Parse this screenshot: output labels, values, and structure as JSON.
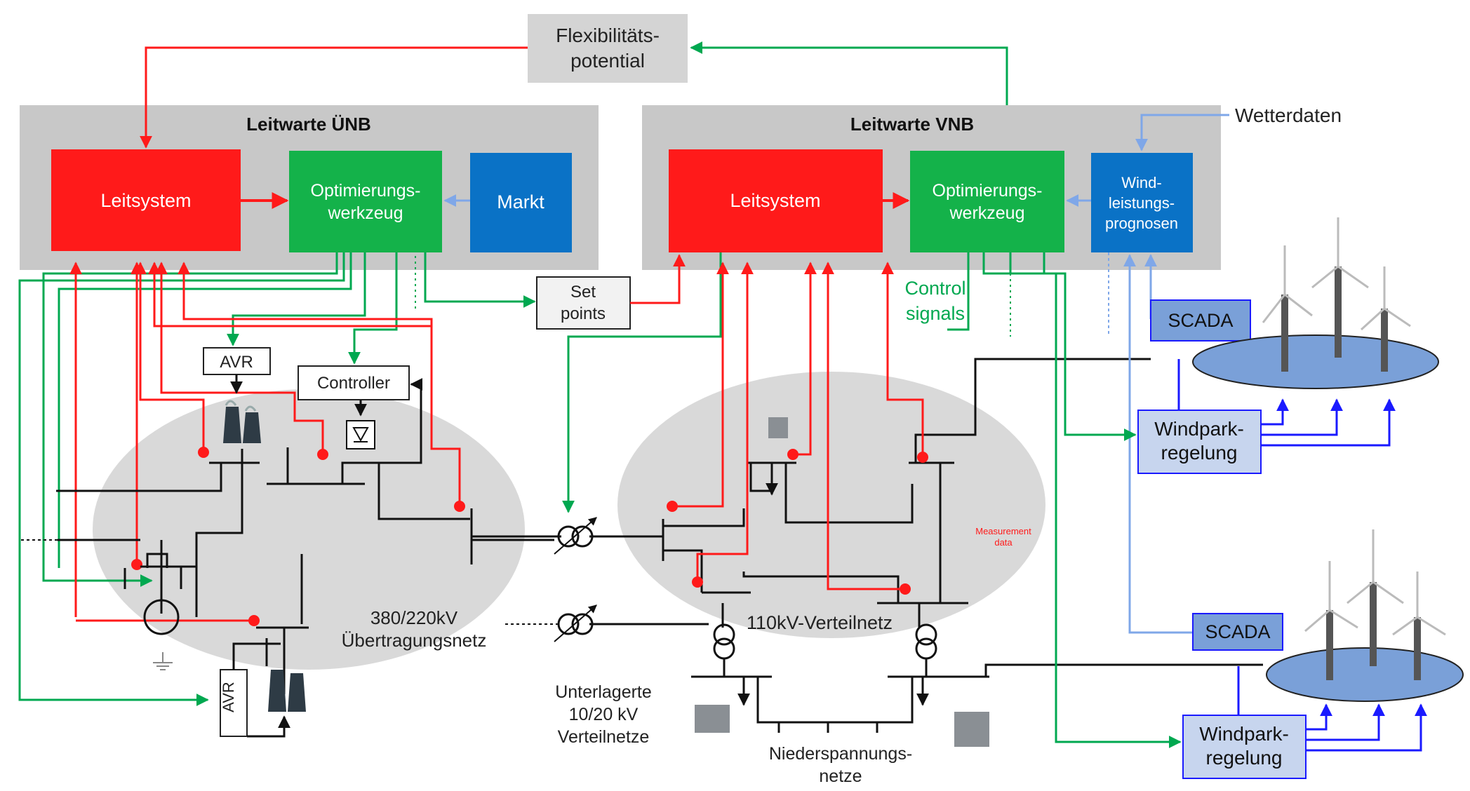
{
  "flex_box": {
    "line1": "Flexibilitäts-",
    "line2": "potential"
  },
  "uenb": {
    "title": "Leitwarte ÜNB",
    "leitsystem": "Leitsystem",
    "opt_line1": "Optimierungs-",
    "opt_line2": "werkzeug",
    "markt": "Markt"
  },
  "vnb": {
    "title": "Leitwarte VNB",
    "leitsystem": "Leitsystem",
    "opt_line1": "Optimierungs-",
    "opt_line2": "werkzeug",
    "wind_line1": "Wind-",
    "wind_line2": "leistungs-",
    "wind_line3": "prognosen"
  },
  "wetterdaten": "Wetterdaten",
  "setpoints": {
    "line1": "Set",
    "line2": "points"
  },
  "control_signals": {
    "line1": "Control",
    "line2": "signals"
  },
  "avr": "AVR",
  "avr2": "AVR",
  "controller": "Controller",
  "scada1": "SCADA",
  "scada2": "SCADA",
  "windpark1": {
    "line1": "Windpark-",
    "line2": "regelung"
  },
  "windpark2": {
    "line1": "Windpark-",
    "line2": "regelung"
  },
  "measurement": {
    "line1": "Measurement",
    "line2": "data"
  },
  "grid_uenb": {
    "line1": "380/220kV",
    "line2": "Übertragungsnetz"
  },
  "grid_vnb": "110kV-Verteilnetz",
  "unterlagerte": {
    "line1": "Unterlagerte",
    "line2": "10/20 kV",
    "line3": "Verteilnetze"
  },
  "niederspannung": {
    "line1": "Niederspannungs-",
    "line2": "netze"
  },
  "colors": {
    "red": "#ff1a1a",
    "green": "#00a850",
    "blue": "#0072c6",
    "grey_panel": "#c8c8c8",
    "grid_ellipse": "#d9d9d9",
    "light_blue_line": "#7fa7e8",
    "dark_blue": "#1a1aff",
    "windpark_box": "#c7d5ee",
    "lake": "#7aa0d8"
  },
  "icons": [
    "power-plant-icon",
    "transformer-icon",
    "wind-turbine-icon",
    "substation-icon",
    "ground-icon"
  ]
}
